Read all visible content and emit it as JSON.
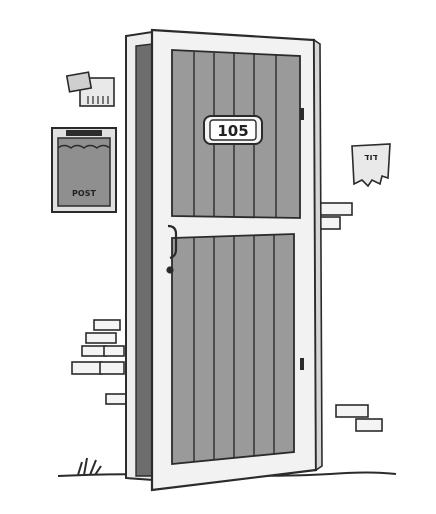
{
  "scene": {
    "house_number": "105",
    "mailbox_label": "POST",
    "notice_text": "דוד"
  },
  "colors": {
    "ink": "#2b2b2b",
    "door_frame": "#f2f2f2",
    "door_panel": "#9a9a9a",
    "door_edge": "#6d6d6d",
    "mailbox": "#8f8f8f",
    "paper": "#e9e9e9",
    "brick": "#f4f4f4"
  }
}
